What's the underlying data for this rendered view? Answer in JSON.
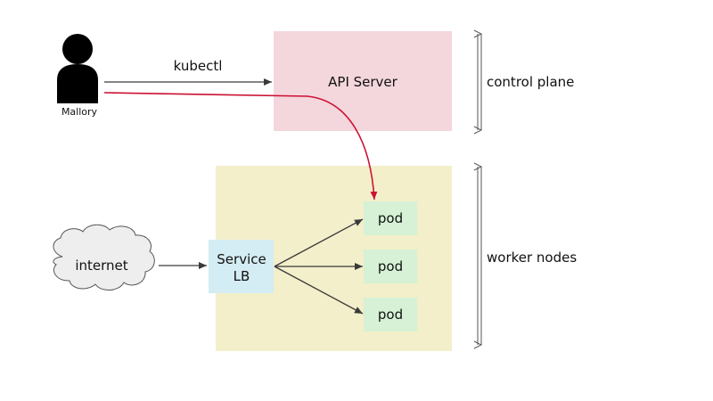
{
  "actor": {
    "name": "Mallory",
    "icon": "person-icon"
  },
  "edges": {
    "kubectl_label": "kubectl"
  },
  "control_plane": {
    "box_label": "API Server",
    "side_label": "control plane"
  },
  "worker_nodes": {
    "side_label": "worker nodes",
    "service_label_line1": "Service",
    "service_label_line2": "LB",
    "pods": [
      "pod",
      "pod",
      "pod"
    ]
  },
  "internet": {
    "label": "internet",
    "icon": "cloud-icon"
  },
  "colors": {
    "api_server_fill": "#f4d6dd",
    "worker_region_fill": "#f3efcb",
    "service_fill": "#d4ecf3",
    "pod_fill": "#d6f1d6",
    "cloud_fill": "#eeeeee",
    "attack_arrow": "#cc1133",
    "normal_arrow": "#3a3a3a",
    "actor": "#000000"
  }
}
